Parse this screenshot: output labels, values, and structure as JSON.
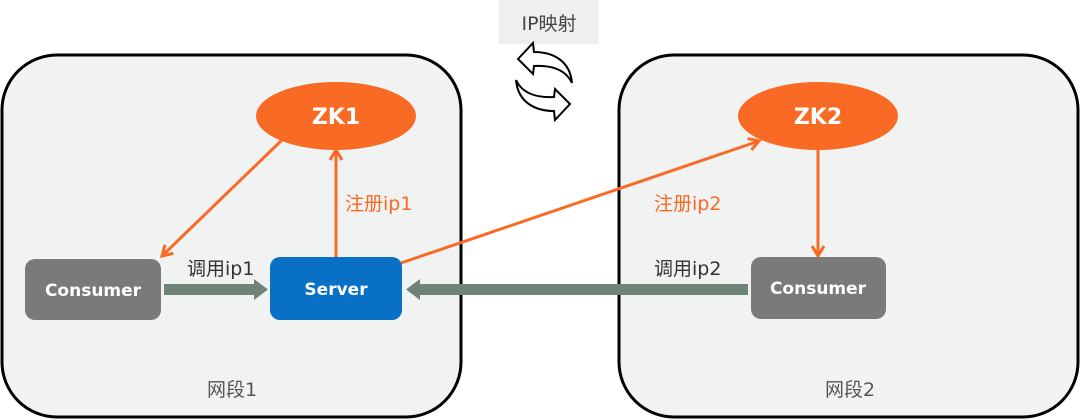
{
  "title_tag": {
    "label": "IP映射"
  },
  "segments": [
    {
      "label": "网段1"
    },
    {
      "label": "网段2"
    }
  ],
  "nodes": {
    "zk1": {
      "label": "ZK1"
    },
    "zk2": {
      "label": "ZK2"
    },
    "server": {
      "label": "Server"
    },
    "consumer1": {
      "label": "Consumer"
    },
    "consumer2": {
      "label": "Consumer"
    }
  },
  "edges": {
    "register_ip1": {
      "label": "注册ip1"
    },
    "register_ip2": {
      "label": "注册ip2"
    },
    "call_ip1": {
      "label": "调用ip1"
    },
    "call_ip2": {
      "label": "调用ip2"
    }
  },
  "colors": {
    "orange": "#f96a24",
    "server_blue": "#0870c5",
    "consumer_gray": "#7a7a7a",
    "call_arrow": "#6f8378",
    "segment_fill": "#f1f2f2"
  }
}
